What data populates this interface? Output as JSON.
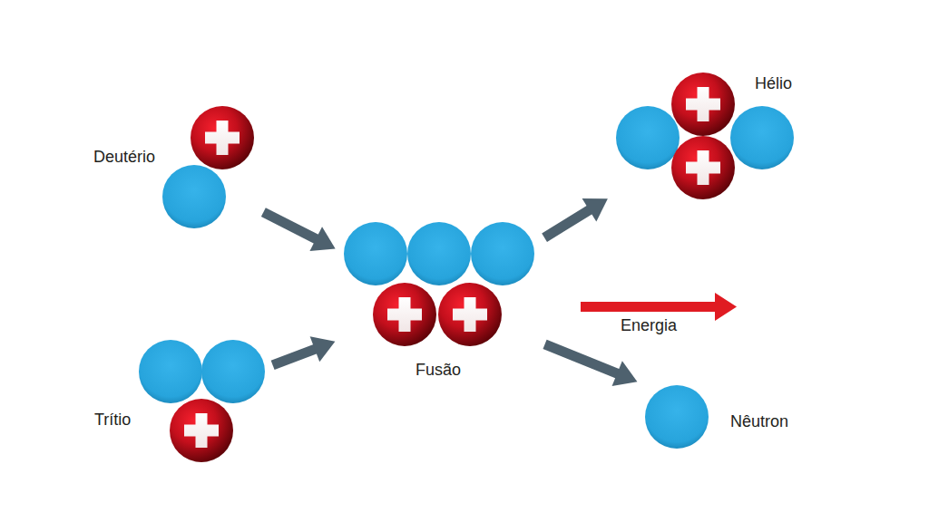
{
  "diagram": {
    "nodes": [
      {
        "text": [
          "Deutério"
        ]
      },
      {
        "text": [
          "Trítio"
        ]
      },
      {
        "text": [
          "Fusão"
        ]
      },
      {
        "text": [
          "Hélio"
        ]
      },
      {
        "text": [
          "Nêutron"
        ]
      }
    ],
    "edges": [
      {
        "from": 0,
        "to": 2,
        "arrow": "to"
      },
      {
        "from": 1,
        "to": 2,
        "arrow": "to"
      },
      {
        "from": 2,
        "to": 3,
        "arrow": "to"
      },
      {
        "from": 2,
        "to": 4,
        "arrow": "to"
      }
    ],
    "labels": [
      "Energia"
    ]
  }
}
